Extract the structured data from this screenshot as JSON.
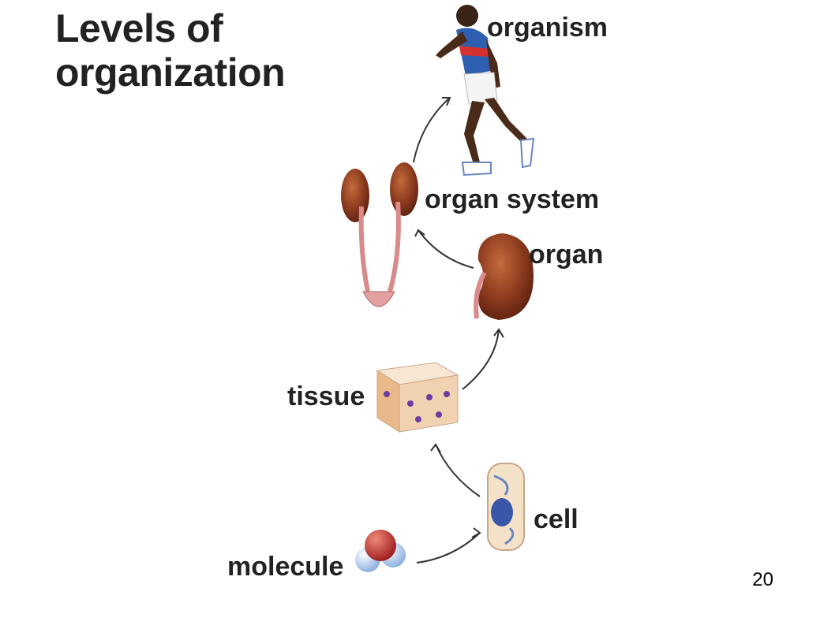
{
  "title": {
    "line1": "Levels of",
    "line2": "organization"
  },
  "levels": {
    "organism": "organism",
    "organ_system": "organ system",
    "organ": "organ",
    "tissue": "tissue",
    "cell": "cell",
    "molecule": "molecule"
  },
  "page_number": "20",
  "colors": {
    "kidney": "#8b3a1e",
    "ureter": "#d98a8a",
    "tissue": "#f1d2b0",
    "nucleus": "#6a3fa0",
    "arrow": "#ffffff"
  }
}
